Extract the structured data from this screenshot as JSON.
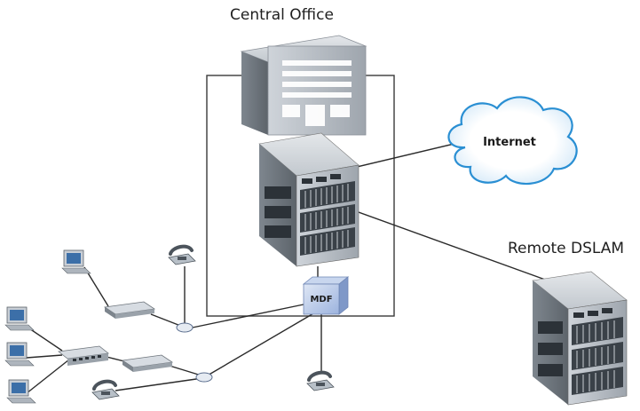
{
  "labels": {
    "central_office": "Central Office",
    "remote_dslam": "Remote DSLAM",
    "internet": "Internet",
    "mdf": "MDF"
  },
  "colors": {
    "line": "#2b2b2b",
    "cloud_edge": "#2a8fd3",
    "device_gray": "#b9bfc6",
    "device_dark": "#3a4148",
    "mdf_blue": "#8ea8d8"
  },
  "icons": {
    "central_office": "office-building-icon",
    "dslam": "dslam-rack-icon",
    "internet": "cloud-icon",
    "mdf": "main-distribution-frame-icon",
    "computer": "desktop-computer-icon",
    "phone": "telephone-icon",
    "modem": "dsl-modem-icon",
    "hub": "ethernet-hub-icon",
    "splitter": "splitter-icon"
  }
}
